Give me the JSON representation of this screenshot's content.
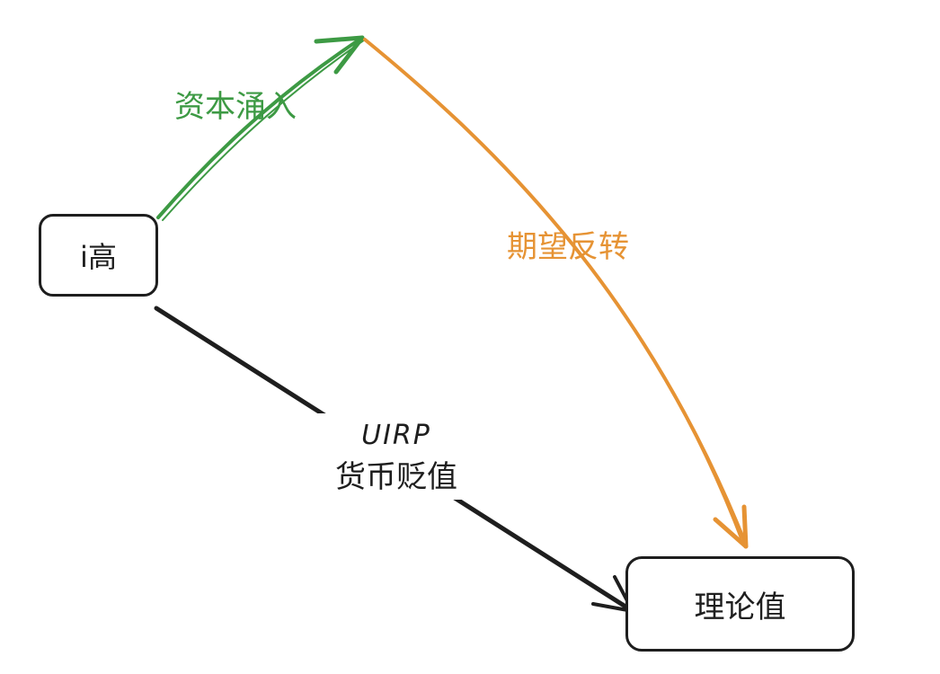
{
  "nodes": {
    "high": "i高",
    "fair_value": "理论值"
  },
  "edges": {
    "inflow": {
      "label": "资本涌入",
      "color": "#3d9a44"
    },
    "reversal": {
      "label": "期望反转",
      "color": "#e69334"
    },
    "uirp": {
      "label_line1": "UIRP",
      "label_line2": "货币贬值",
      "color": "#1e1e1e"
    }
  }
}
